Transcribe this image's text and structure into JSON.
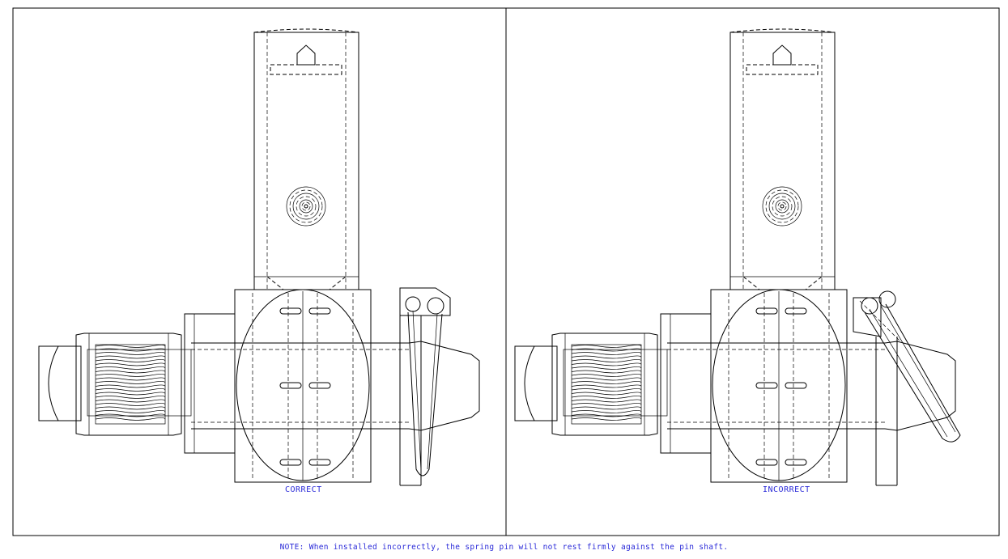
{
  "panels": [
    {
      "id": "correct",
      "label": "CORRECT"
    },
    {
      "id": "incorrect",
      "label": "INCORRECT"
    }
  ],
  "note": "NOTE: When installed incorrectly, the spring pin will not rest firmly against the pin shaft.",
  "colors": {
    "line": "#000000",
    "annotation": "#2a2ad8",
    "background": "#ffffff"
  }
}
